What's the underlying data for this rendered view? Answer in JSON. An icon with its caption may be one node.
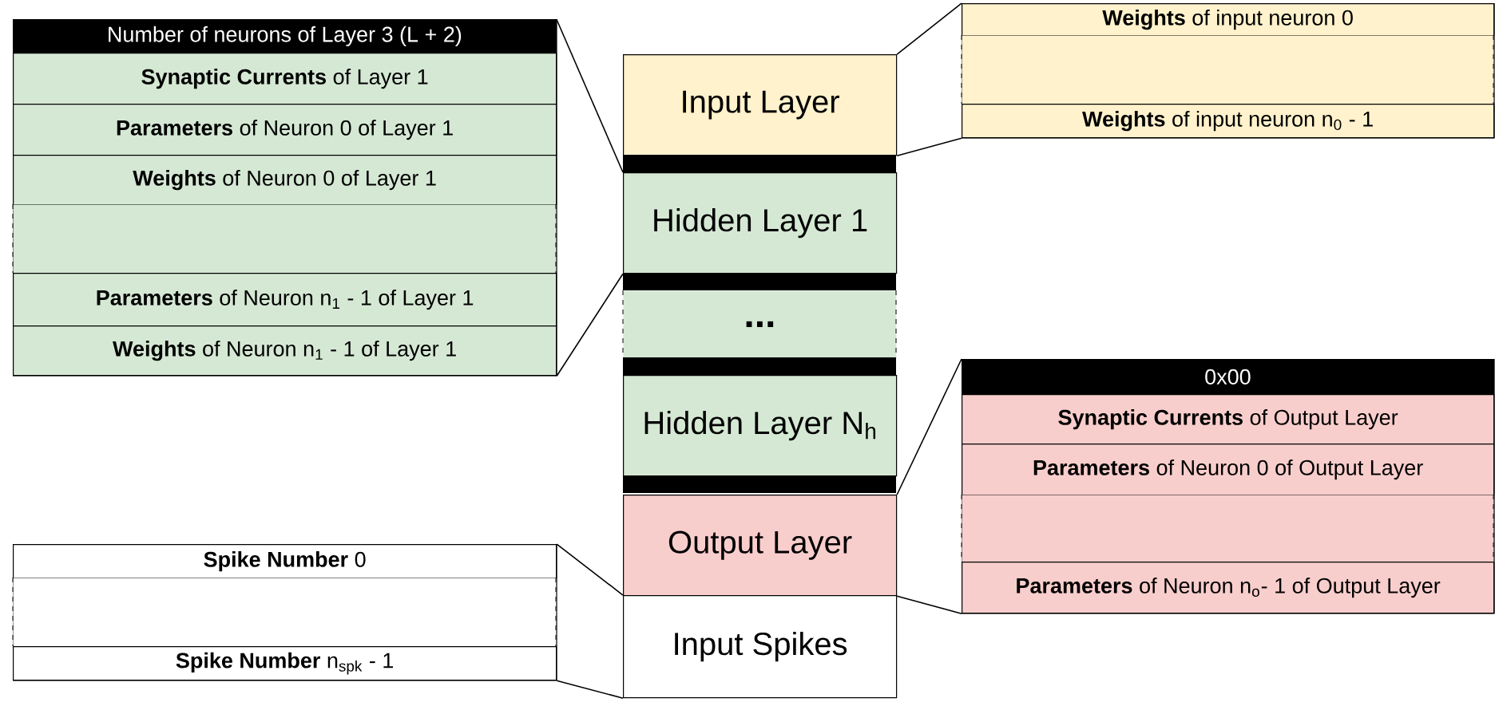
{
  "diagram": {
    "nodes": [
      {
        "text": [
          "Input Layer"
        ]
      },
      {
        "text": [
          "Hidden Layer 1"
        ]
      },
      {
        "text": [
          "..."
        ]
      },
      {
        "text": [
          "Hidden Layer N$_{h}$"
        ]
      },
      {
        "text": [
          "Output Layer"
        ]
      },
      {
        "text": [
          "Input Spikes"
        ]
      },
      {
        "text": [],
        "shape": "box"
      },
      {
        "text": [
          "Number of neurons of Layer 3 (L + 2)"
        ],
        "in": 6
      },
      {
        "text": [
          "**Synaptic Currents** of Layer 1"
        ],
        "in": 6
      },
      {
        "text": [
          "**Parameters** of Neuron 0 of Layer 1"
        ],
        "in": 6
      },
      {
        "text": [
          "**Weights** of Neuron 0 of Layer 1"
        ],
        "in": 6
      },
      {
        "text": [],
        "shape": "box",
        "in": 6
      },
      {
        "text": [
          "**Parameters** of Neuron n$_{1}$ - 1 of Layer 1"
        ],
        "in": 6
      },
      {
        "text": [
          "**Weights** of Neuron n$_{1}$ - 1 of Layer 1"
        ],
        "in": 6
      },
      {
        "text": [],
        "shape": "box"
      },
      {
        "text": [
          "**Weights** of input neuron 0"
        ],
        "in": 14
      },
      {
        "text": [],
        "shape": "box",
        "in": 14
      },
      {
        "text": [
          "**Weights** of input neuron n$_{0}$ - 1"
        ],
        "in": 14
      },
      {
        "text": [],
        "shape": "box"
      },
      {
        "text": [
          "0x00"
        ],
        "in": 18
      },
      {
        "text": [
          "**Synaptic Currents** of Output Layer"
        ],
        "in": 18
      },
      {
        "text": [
          "**Parameters** of Neuron 0 of Output Layer"
        ],
        "in": 18
      },
      {
        "text": [],
        "shape": "box",
        "in": 18
      },
      {
        "text": [
          "**Parameters** of Neuron n$_{o}$- 1 of Output Layer"
        ],
        "in": 18
      },
      {
        "text": [],
        "shape": "box"
      },
      {
        "text": [
          "**Spike Number** 0"
        ],
        "in": 24
      },
      {
        "text": [],
        "shape": "box",
        "in": 24
      },
      {
        "text": [
          "**Spike Number** n$_{spk}$ - 1"
        ],
        "in": 24
      }
    ],
    "edges": [
      {
        "from": 7,
        "to": 1,
        "arrow": "none"
      },
      {
        "from": 13,
        "to": 1,
        "arrow": "none"
      },
      {
        "from": 15,
        "to": 0,
        "arrow": "none"
      },
      {
        "from": 17,
        "to": 0,
        "arrow": "none"
      },
      {
        "from": 19,
        "to": 4,
        "arrow": "none"
      },
      {
        "from": 23,
        "to": 4,
        "arrow": "none"
      },
      {
        "from": 25,
        "to": 5,
        "arrow": "none"
      },
      {
        "from": 27,
        "to": 5,
        "arrow": "none"
      }
    ]
  }
}
